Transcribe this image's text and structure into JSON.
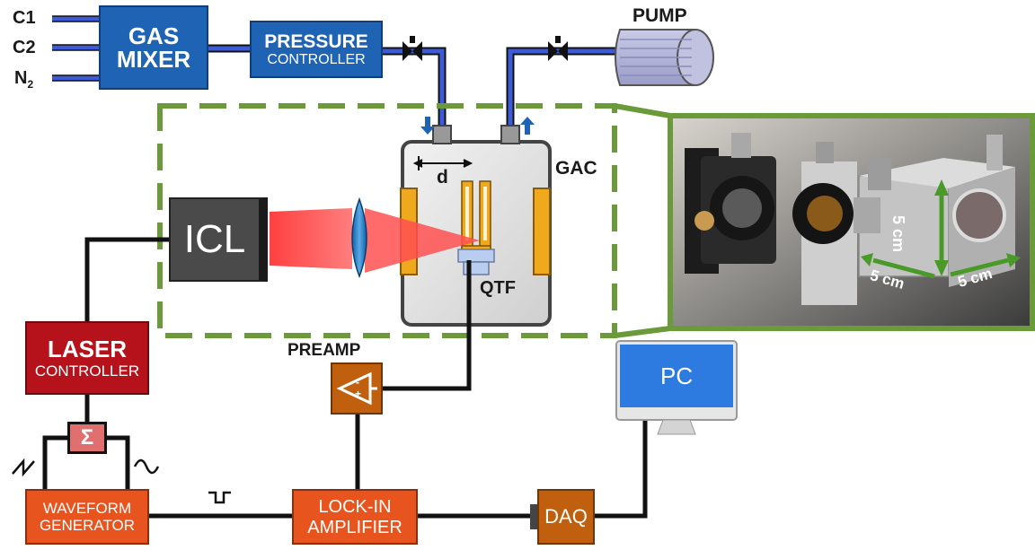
{
  "gas_inputs": [
    "C1",
    "C2",
    "N"
  ],
  "n2_subscript": "2",
  "gas_mixer": {
    "line1": "GAS",
    "line2": "MIXER"
  },
  "pressure_controller": {
    "line1": "PRESSURE",
    "line2": "CONTROLLER"
  },
  "pump": "PUMP",
  "gac": "GAC",
  "distance_label": "d",
  "icl": "ICL",
  "qtf": "QTF",
  "photo_labels": {
    "height": "5 cm",
    "width": "5 cm",
    "depth": "5 cm"
  },
  "laser_controller": {
    "line1": "LASER",
    "line2": "CONTROLLER"
  },
  "sum_symbol": "Σ",
  "waveform_generator": {
    "line1": "WAVEFORM",
    "line2": "GENERATOR"
  },
  "preamp": "PREAMP",
  "lock_in": {
    "line1": "LOCK-IN",
    "line2": "AMPLIFIER"
  },
  "daq": "DAQ",
  "pc": "PC",
  "colors": {
    "box_blue": "#1f63b5",
    "laser_red": "#b5121b",
    "waveform_orange": "#e8541e",
    "preamp_brown": "#c0600e",
    "gas_line": "#3d5bd8",
    "dashed_green": "#6a9a3a",
    "element_gold": "#f0a81c"
  }
}
